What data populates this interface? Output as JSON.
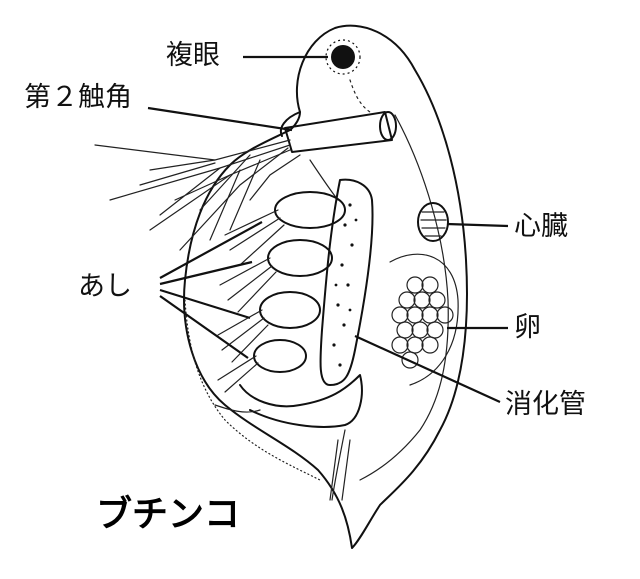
{
  "title": "ブチンコ",
  "labels": {
    "compound_eye": "複眼",
    "second_antenna": "第２触角",
    "legs": "あし",
    "heart": "心臓",
    "egg": "卵",
    "digestive_tract": "消化管"
  },
  "colors": {
    "ink": "#111111",
    "background": "#ffffff"
  }
}
